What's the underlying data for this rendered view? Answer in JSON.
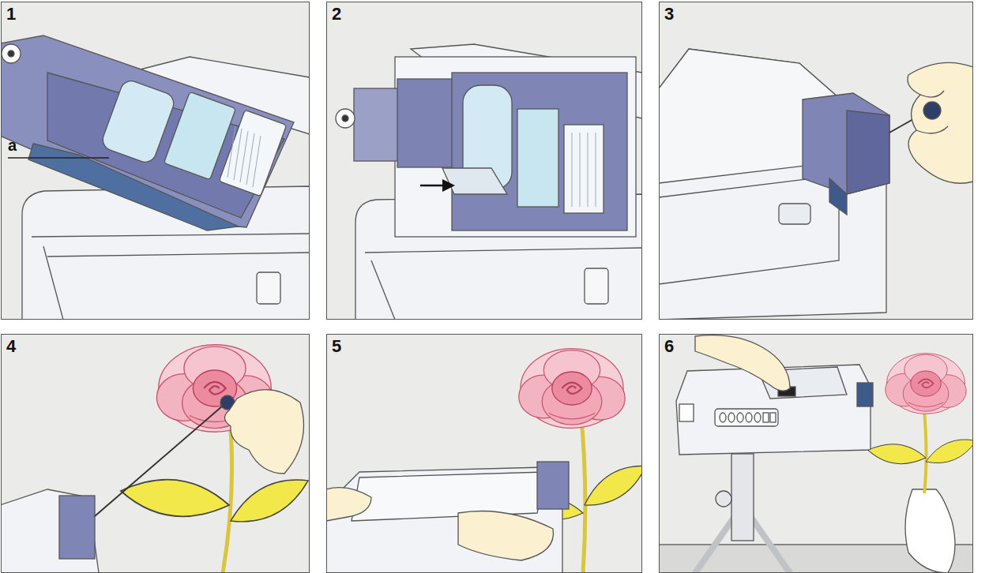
{
  "diagram": {
    "nodes": [
      {
        "text": [
          "1"
        ]
      },
      {
        "text": [
          "2"
        ]
      },
      {
        "text": [
          "3"
        ]
      },
      {
        "text": [
          "4"
        ]
      },
      {
        "text": [
          "5"
        ]
      },
      {
        "text": [
          "6"
        ]
      }
    ],
    "labels": [
      "a"
    ]
  }
}
